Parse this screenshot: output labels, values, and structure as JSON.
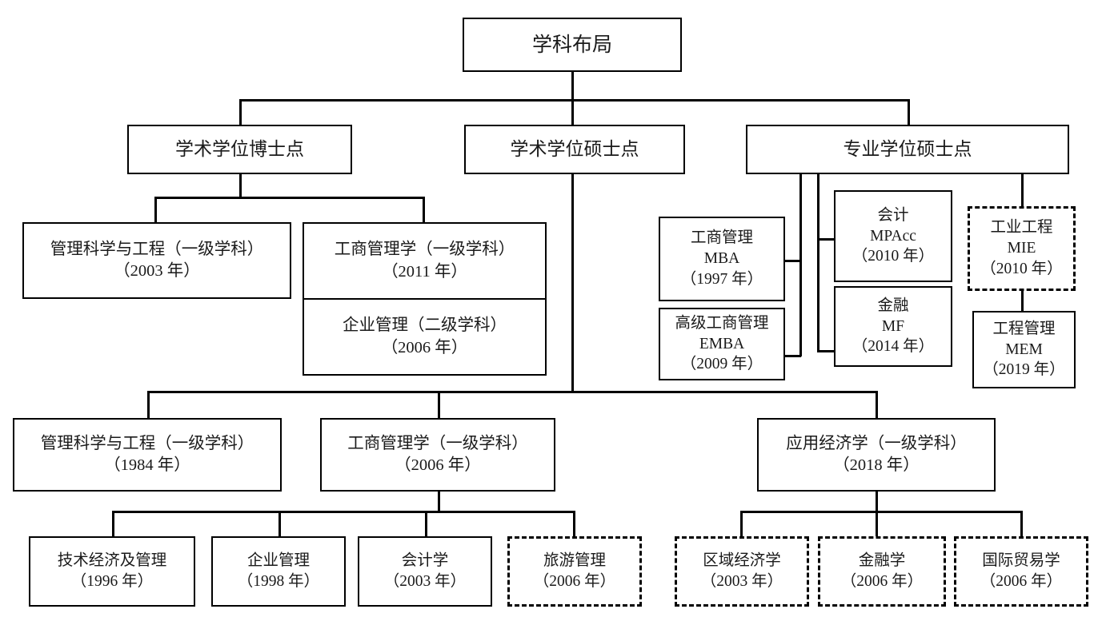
{
  "diagram": {
    "title": "学科布局",
    "type": "org-chart",
    "root": {
      "label": "学科布局"
    },
    "level2": [
      {
        "id": "phd-academic",
        "label": "学术学位博士点"
      },
      {
        "id": "master-academic",
        "label": "学术学位硕士点"
      },
      {
        "id": "master-professional",
        "label": "专业学位硕士点"
      }
    ],
    "phd_programs": [
      {
        "id": "msе",
        "line1": "管理科学与工程（一级学科）",
        "line2": "（2003 年）",
        "style": "solid"
      },
      {
        "id": "ba-1",
        "line1": "工商管理学（一级学科）",
        "line2": "（2011 年）",
        "style": "solid"
      },
      {
        "id": "ba-2",
        "line1": "企业管理（二级学科）",
        "line2": "（2006 年）",
        "style": "solid"
      }
    ],
    "professional_programs": [
      {
        "id": "mba",
        "line1": "工商管理",
        "line2": "MBA",
        "line3": "（1997 年）",
        "style": "solid"
      },
      {
        "id": "emba",
        "line1": "高级工商管理",
        "line2": "EMBA",
        "line3": "（2009 年）",
        "style": "solid"
      },
      {
        "id": "mpacc",
        "line1": "会计",
        "line2": "MPAcc",
        "line3": "（2010 年）",
        "style": "solid"
      },
      {
        "id": "mf",
        "line1": "金融",
        "line2": "MF",
        "line3": "（2014 年）",
        "style": "solid"
      },
      {
        "id": "mie",
        "line1": "工业工程",
        "line2": "MIE",
        "line3": "（2010 年）",
        "style": "dashed"
      },
      {
        "id": "mem",
        "line1": "工程管理",
        "line2": "MEM",
        "line3": "（2019 年）",
        "style": "solid"
      }
    ],
    "master_programs": [
      {
        "id": "mse-m",
        "line1": "管理科学与工程（一级学科）",
        "line2": "（1984 年）",
        "style": "solid"
      },
      {
        "id": "ba-m",
        "line1": "工商管理学（一级学科）",
        "line2": "（2006 年）",
        "style": "solid"
      },
      {
        "id": "econ-m",
        "line1": "应用经济学（一级学科）",
        "line2": "（2018 年）",
        "style": "solid"
      }
    ],
    "ba_sub_programs": [
      {
        "id": "tech-econ",
        "line1": "技术经济及管理",
        "line2": "（1996 年）",
        "style": "solid"
      },
      {
        "id": "ent-mgmt",
        "line1": "企业管理",
        "line2": "（1998 年）",
        "style": "solid"
      },
      {
        "id": "accounting",
        "line1": "会计学",
        "line2": "（2003 年）",
        "style": "solid"
      },
      {
        "id": "tourism",
        "line1": "旅游管理",
        "line2": "（2006 年）",
        "style": "dashed"
      }
    ],
    "econ_sub_programs": [
      {
        "id": "regional-econ",
        "line1": "区域经济学",
        "line2": "（2003 年）",
        "style": "dashed"
      },
      {
        "id": "finance",
        "line1": "金融学",
        "line2": "（2006 年）",
        "style": "dashed"
      },
      {
        "id": "intl-trade",
        "line1": "国际贸易学",
        "line2": "（2006 年）",
        "style": "dashed"
      }
    ],
    "colors": {
      "line": "#000000",
      "box_fill": "#ffffff",
      "text": "#1a1a1a"
    }
  }
}
